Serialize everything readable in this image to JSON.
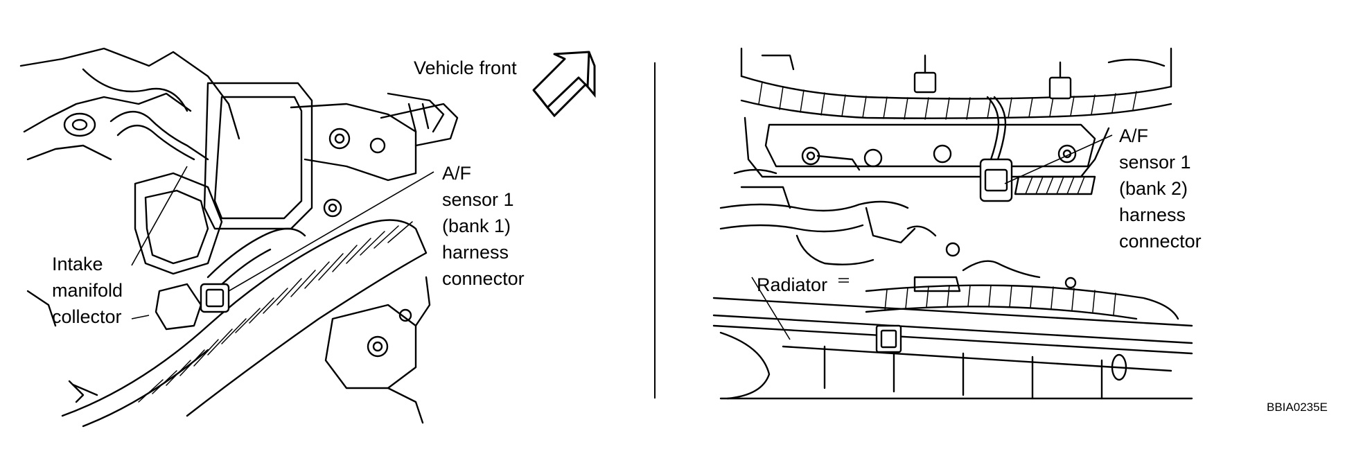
{
  "left_panel": {
    "vehicle_front_label": "Vehicle front",
    "af_sensor_label": {
      "line1": "A/F",
      "line2": "sensor 1",
      "line3": "(bank 1)",
      "line4": "harness",
      "line5": "connector"
    },
    "intake_label": {
      "line1": "Intake",
      "line2": "manifold",
      "line3": "collector"
    }
  },
  "right_panel": {
    "af_sensor_label": {
      "line1": "A/F",
      "line2": "sensor 1",
      "line3": "(bank 2)",
      "line4": "harness",
      "line5": "connector"
    },
    "radiator_label": "Radiator"
  },
  "figure_code": "BBIA0235E",
  "icons": {
    "direction_arrow": "arrow-up-right-icon"
  }
}
